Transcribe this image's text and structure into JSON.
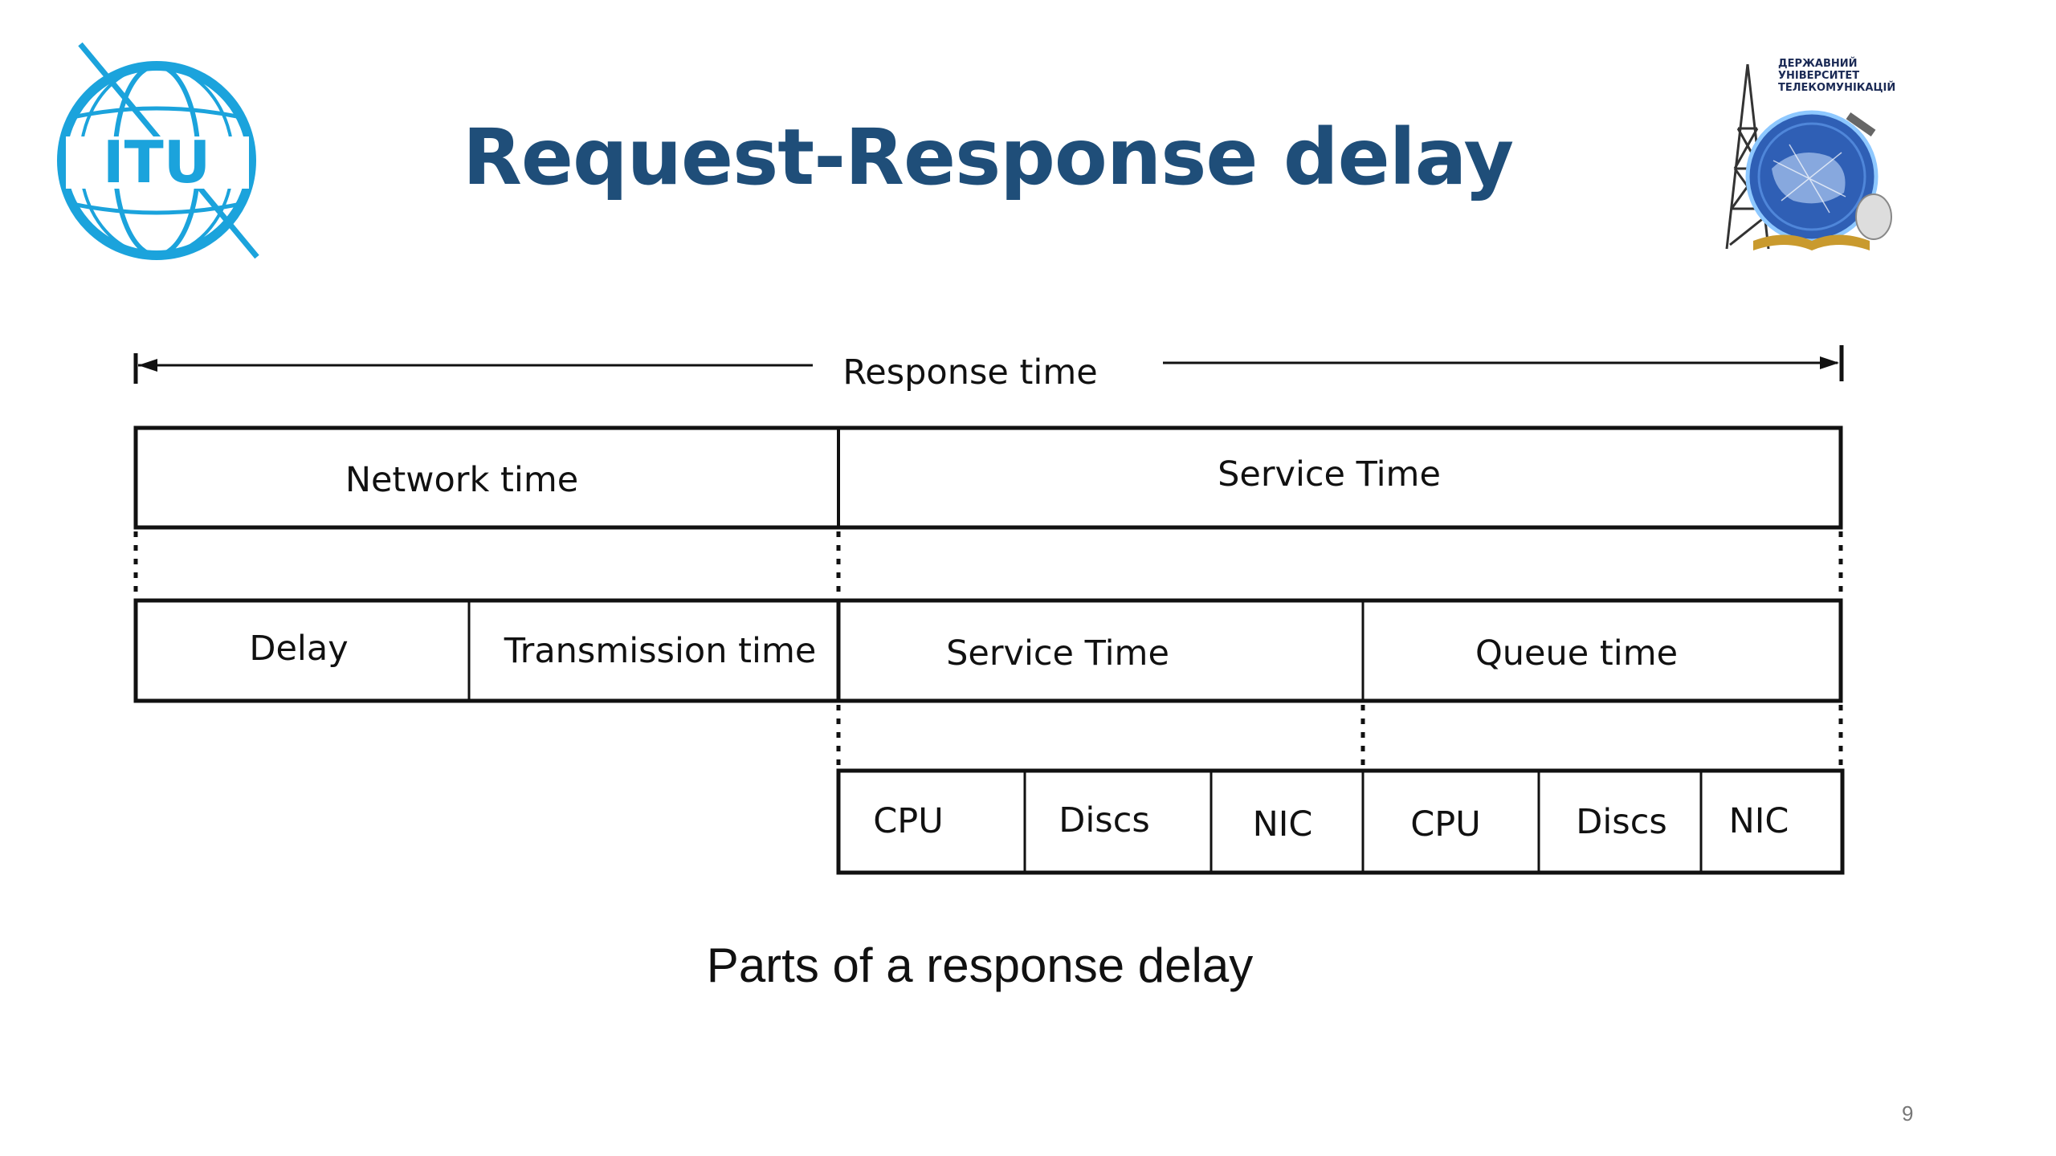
{
  "slide": {
    "title": "Request-Response delay",
    "caption": "Parts of a response delay",
    "page_number": "9"
  },
  "logos": {
    "left": {
      "text": "ITU",
      "color": "#1ba3dc",
      "icon": "itu-globe-logo"
    },
    "right": {
      "text_lines": [
        "ДЕРЖАВНИЙ",
        "УНІВЕРСИТЕТ",
        "ТЕЛЕКОМУНІКАЦІЙ"
      ],
      "color": "#1b3f8f",
      "icon": "university-globe-tower-logo"
    }
  },
  "diagram": {
    "response_time": "Response time",
    "level1": [
      "Network time",
      "Service Time"
    ],
    "level2": [
      "Delay",
      "Transmission time",
      "Service Time",
      "Queue time"
    ],
    "level3": [
      "CPU",
      "Discs",
      "NIC",
      "CPU",
      "Discs",
      "NIC"
    ]
  },
  "colors": {
    "title": "#1f4e79",
    "line": "#111111"
  }
}
